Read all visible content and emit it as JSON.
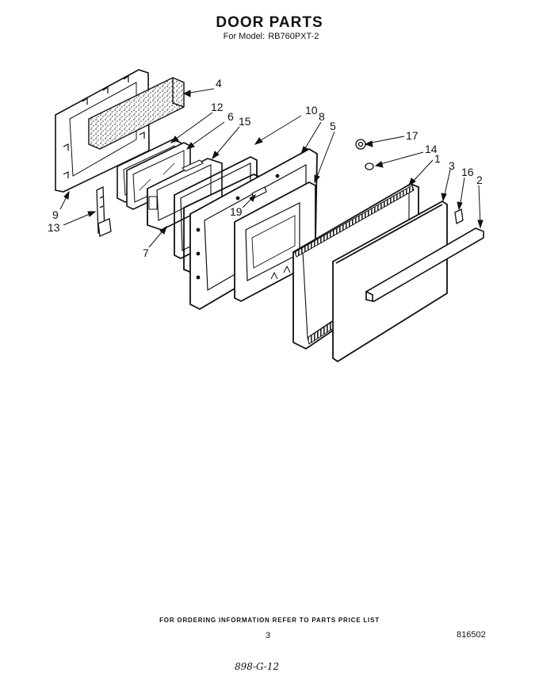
{
  "header": {
    "title": "DOOR PARTS",
    "model_label": "For Model:",
    "model": "RB760PXT-2"
  },
  "callouts": {
    "c4": "4",
    "c12": "12",
    "c6": "6",
    "c15": "15",
    "c10": "10",
    "c8": "8",
    "c5": "5",
    "c17": "17",
    "c14": "14",
    "c1": "1",
    "c3": "3",
    "c16": "16",
    "c2": "2",
    "c9": "9",
    "c13": "13",
    "c7": "7",
    "c19": "19"
  },
  "footer": {
    "ordering": "FOR ORDERING INFORMATION REFER TO PARTS PRICE LIST",
    "page": "3",
    "code": "816502",
    "handwritten": "898-G-12"
  }
}
